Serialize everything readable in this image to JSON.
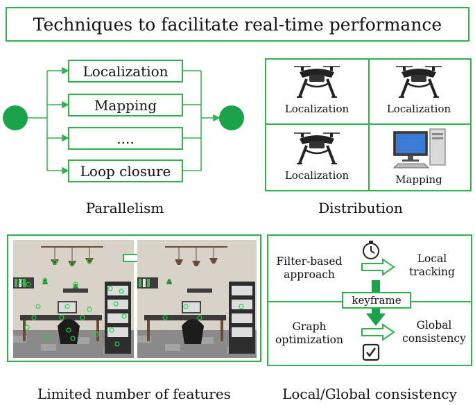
{
  "title": "Techniques to facilitate real-time performance",
  "parallelism": {
    "items": [
      "Localization",
      "Mapping",
      "....",
      "Loop closure"
    ],
    "caption": "Parallelism"
  },
  "distribution": {
    "cells": [
      "Localization",
      "Localization",
      "Localization",
      "Mapping"
    ],
    "caption": "Distribution"
  },
  "features": {
    "caption": "Limited number of features"
  },
  "consistency": {
    "filter_label": "Filter-based approach",
    "local_label": "Local tracking",
    "keyframe_label": "keyframe",
    "graph_label": "Graph optimization",
    "global_label": "Global consistency",
    "caption": "Local/Global consistency"
  },
  "colors": {
    "accent": "#2db34a",
    "node": "#1aa34a",
    "dark": "#222222"
  }
}
